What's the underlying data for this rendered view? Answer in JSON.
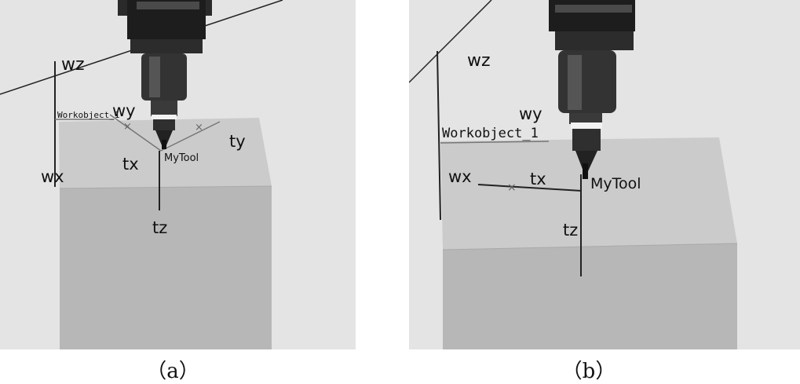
{
  "panel_a": {
    "wz": "wz",
    "wy": "wy",
    "wx": "wx",
    "workobject": "Workobject_1",
    "tx": "tx",
    "ty": "ty",
    "tz": "tz",
    "tool": "MyTool",
    "caption": "（a）"
  },
  "panel_b": {
    "wz": "wz",
    "wy": "wy",
    "wx": "wx",
    "workobject": "Workobject_1",
    "tx": "tx",
    "tz": "tz",
    "tool": "MyTool",
    "caption": "（b）"
  }
}
